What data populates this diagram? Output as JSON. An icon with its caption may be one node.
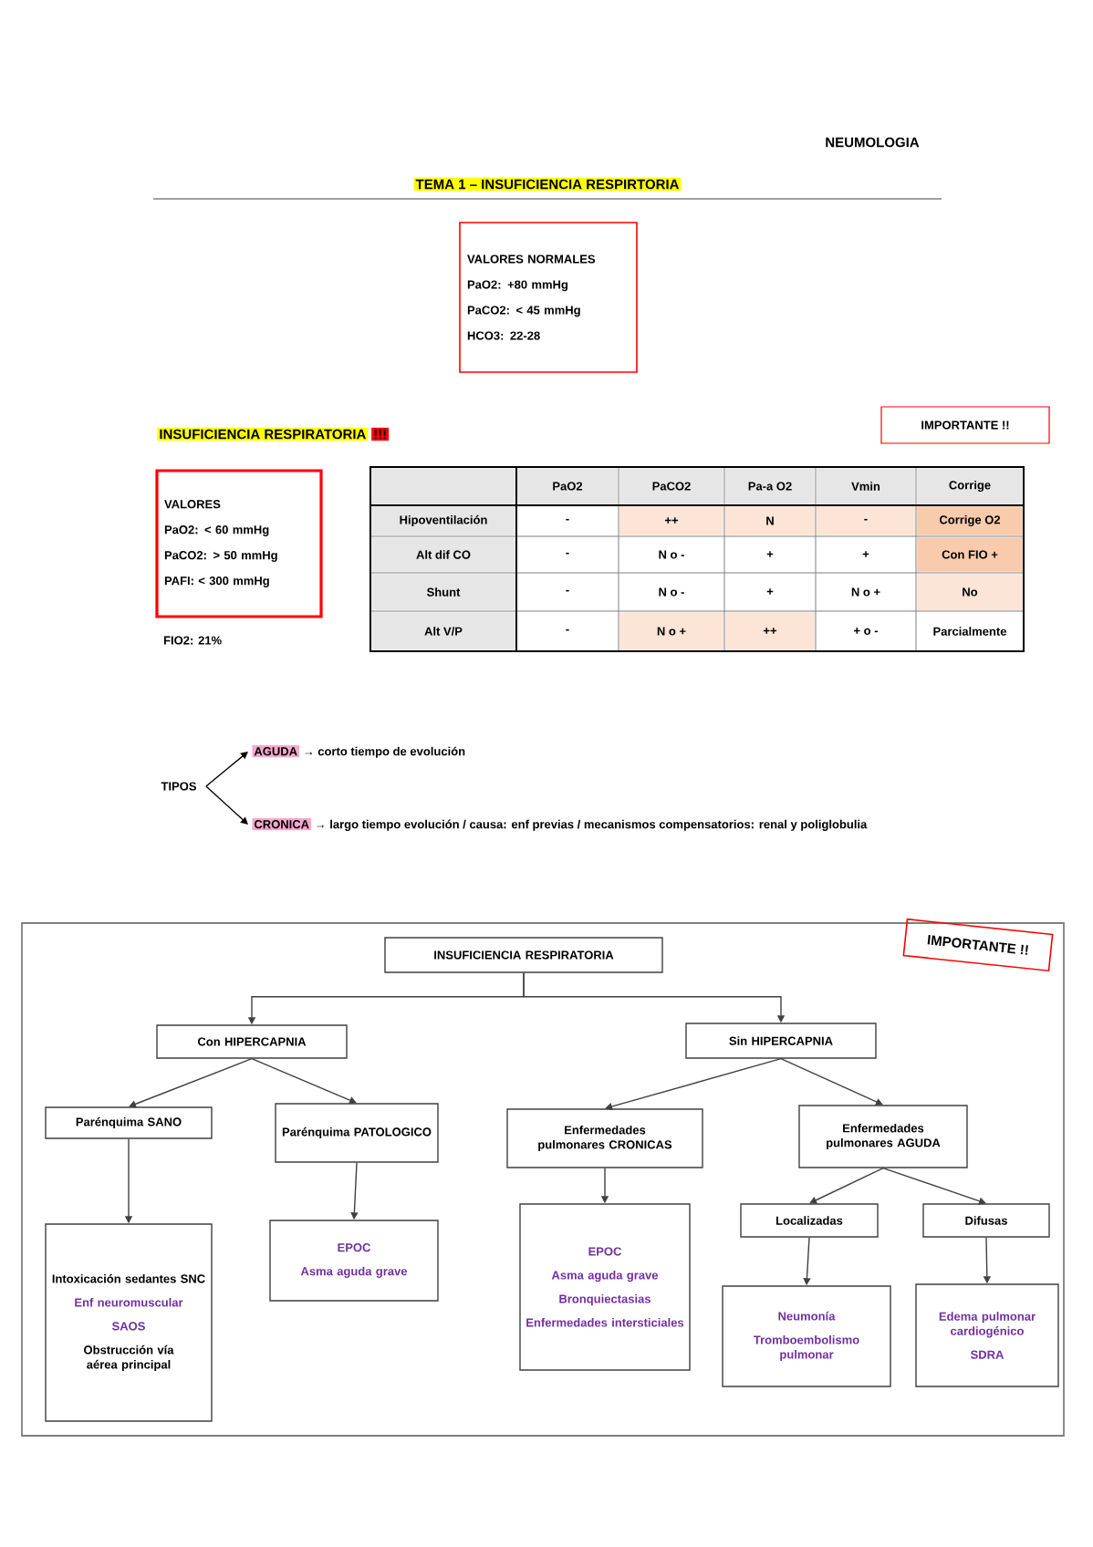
{
  "diagram": {
    "title": "TEMA 1 – INSUFICIENCIA RESPIRTORIA",
    "nodes": [
      {
        "text": [
          "VALORES NORMALES",
          "PaO2: +80 mmHg",
          "PaCO2: < 45 mmHg",
          "HCO3: 22-28"
        ]
      },
      {
        "text": [
          "IMPORTANTE !!"
        ]
      },
      {
        "text": [
          "VALORES",
          "PaO2: < 60 mmHg",
          "PaCO2: > 50 mmHg",
          "PAFI: < 300 mmHg"
        ]
      },
      {
        "text": [
          "TIPOS"
        ]
      },
      {
        "text": [
          "AGUDA",
          "→ corto tiempo de evolución"
        ]
      },
      {
        "text": [
          "CRONICA",
          "→ largo tiempo evolución / causa: enf previas / mecanismos compensatorios: renal y poliglobulia"
        ]
      },
      {
        "text": [
          "INSUFICIENCIA RESPIRATORIA"
        ]
      },
      {
        "text": [
          "Con HIPERCAPNIA"
        ]
      },
      {
        "text": [
          "Sin HIPERCAPNIA"
        ]
      },
      {
        "text": [
          "Parénquima SANO"
        ]
      },
      {
        "text": [
          "Parénquima PATOLOGICO"
        ]
      },
      {
        "text": [
          "Enfermedades pulmonares CRONICAS"
        ]
      },
      {
        "text": [
          "Enfermedades pulmonares AGUDA"
        ]
      },
      {
        "text": [
          "Intoxicación sedantes SNC",
          "Enf neuromuscular",
          "SAOS",
          "Obstrucción vía aérea principal"
        ]
      },
      {
        "text": [
          "EPOC",
          "Asma aguda grave"
        ]
      },
      {
        "text": [
          "EPOC",
          "Asma aguda grave",
          "Bronquiectasias",
          "Enfermedades intersticiales"
        ]
      },
      {
        "text": [
          "Localizadas"
        ]
      },
      {
        "text": [
          "Difusas"
        ]
      },
      {
        "text": [
          "Neumonía",
          "Tromboembolismo pulmonar"
        ]
      },
      {
        "text": [
          "Edema pulmonar cardiogénico",
          "SDRA"
        ]
      },
      {
        "text": [
          "IMPORTANTE !!"
        ]
      }
    ],
    "edges": [
      {
        "from": 3,
        "to": 4,
        "arrow": "to"
      },
      {
        "from": 3,
        "to": 5,
        "arrow": "to"
      },
      {
        "from": 6,
        "to": 7,
        "arrow": "to"
      },
      {
        "from": 6,
        "to": 8,
        "arrow": "to"
      },
      {
        "from": 7,
        "to": 9,
        "arrow": "to"
      },
      {
        "from": 7,
        "to": 10,
        "arrow": "to"
      },
      {
        "from": 9,
        "to": 13,
        "arrow": "to"
      },
      {
        "from": 10,
        "to": 14,
        "arrow": "to"
      },
      {
        "from": 8,
        "to": 11,
        "arrow": "to"
      },
      {
        "from": 8,
        "to": 12,
        "arrow": "to"
      },
      {
        "from": 11,
        "to": 15,
        "arrow": "to"
      },
      {
        "from": 12,
        "to": 16,
        "arrow": "to"
      },
      {
        "from": 12,
        "to": 17,
        "arrow": "to"
      },
      {
        "from": 16,
        "to": 18,
        "arrow": "to"
      },
      {
        "from": 17,
        "to": 19,
        "arrow": "to"
      }
    ],
    "labels": [
      "NEUMOLOGIA",
      "INSUFICIENCIA RESPIRATORIA",
      "!!!",
      "FIO2: 21%",
      "PaO2",
      "PaCO2",
      "Pa-a O2",
      "Vmin",
      "Corrige",
      "Hipoventilación",
      "-",
      "++",
      "N",
      "-",
      "Corrige O2",
      "Alt dif CO",
      "-",
      "N o -",
      "+",
      "+",
      "Con FIO +",
      "Shunt",
      "-",
      "N o -",
      "+",
      "N o +",
      "No",
      "Alt V/P",
      "-",
      "N o +",
      "++",
      "+ o -",
      "Parcialmente"
    ]
  }
}
